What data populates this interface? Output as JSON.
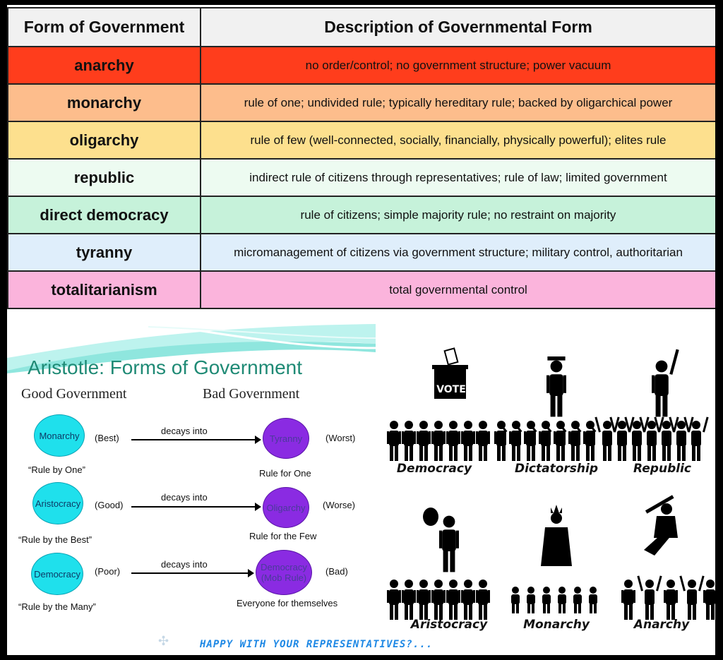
{
  "table": {
    "headers": [
      "Form of Government",
      "Description of Governmental Form"
    ],
    "rows": [
      {
        "form": "anarchy",
        "description": "no order/control; no government structure; power vacuum",
        "color": "#ff3d1c"
      },
      {
        "form": "monarchy",
        "description": "rule of one; undivided rule; typically hereditary rule; backed by oligarchical power",
        "color": "#fdbd8c"
      },
      {
        "form": "oligarchy",
        "description": "rule of few (well-connected, socially, financially, physically powerful); elites rule",
        "color": "#fde08e"
      },
      {
        "form": "republic",
        "description": "indirect rule of citizens through representatives; rule of law; limited government",
        "color": "#edfbf1"
      },
      {
        "form": "direct democracy",
        "description": "rule of citizens; simple majority rule; no restraint on majority",
        "color": "#c6f2da"
      },
      {
        "form": "tyranny",
        "description": "micromanagement of citizens via government structure; military control, authoritarian",
        "color": "#dfeefb"
      },
      {
        "form": "totalitarianism",
        "description": "total governmental control",
        "color": "#fbb4dc"
      }
    ]
  },
  "aristotle": {
    "title": "Aristotle:  Forms of Government",
    "good_heading": "Good Government",
    "bad_heading": "Bad Government",
    "decays_label": "decays into",
    "rows": [
      {
        "good": "Monarchy",
        "good_rank": "(Best)",
        "good_caption": "“Rule by One”",
        "bad": "Tyranny",
        "bad_rank": "(Worst)",
        "bad_caption": "Rule for One"
      },
      {
        "good": "Aristocracy",
        "good_rank": "(Good)",
        "good_caption": "“Rule by the Best”",
        "bad": "Oligarchy",
        "bad_rank": "(Worse)",
        "bad_caption": "Rule for the Few"
      },
      {
        "good": "Democracy",
        "good_rank": "(Poor)",
        "good_caption": "“Rule by the Many”",
        "bad": "Democracy\n(Mob Rule)",
        "bad_rank": "(Bad)",
        "bad_caption": "Everyone for themselves"
      }
    ]
  },
  "pictograms": {
    "vote_label": "VOTE",
    "labels": [
      "Democracy",
      "Dictatorship",
      "Republic",
      "Aristocracy",
      "Monarchy",
      "Anarchy"
    ]
  },
  "footer": {
    "text": "HAPPY WITH YOUR REPRESENTATIVES?..."
  }
}
